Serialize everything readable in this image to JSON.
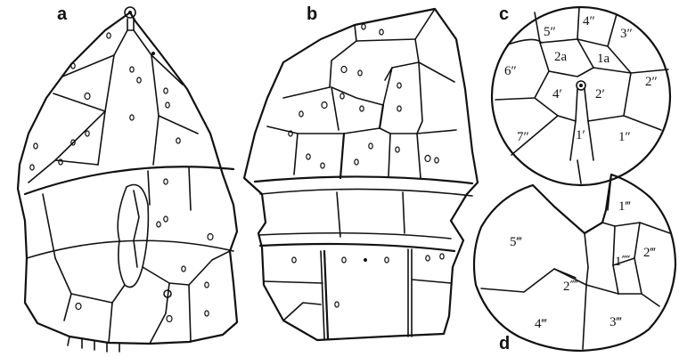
{
  "panels": {
    "a": {
      "letter": "a"
    },
    "b": {
      "letter": "b"
    },
    "c": {
      "letter": "c",
      "plates": [
        "5″",
        "4″",
        "3″",
        "2a",
        "1a",
        "6″",
        "2″",
        "4′",
        "2′",
        "7″",
        "1′",
        "1″"
      ]
    },
    "d": {
      "letter": "d",
      "plates": [
        "1‴",
        "5‴",
        "2‴",
        "1⁗",
        "2⁗",
        "4‴",
        "3‴"
      ]
    }
  },
  "colors": {
    "ink": "#111111",
    "paper": "#ffffff"
  }
}
